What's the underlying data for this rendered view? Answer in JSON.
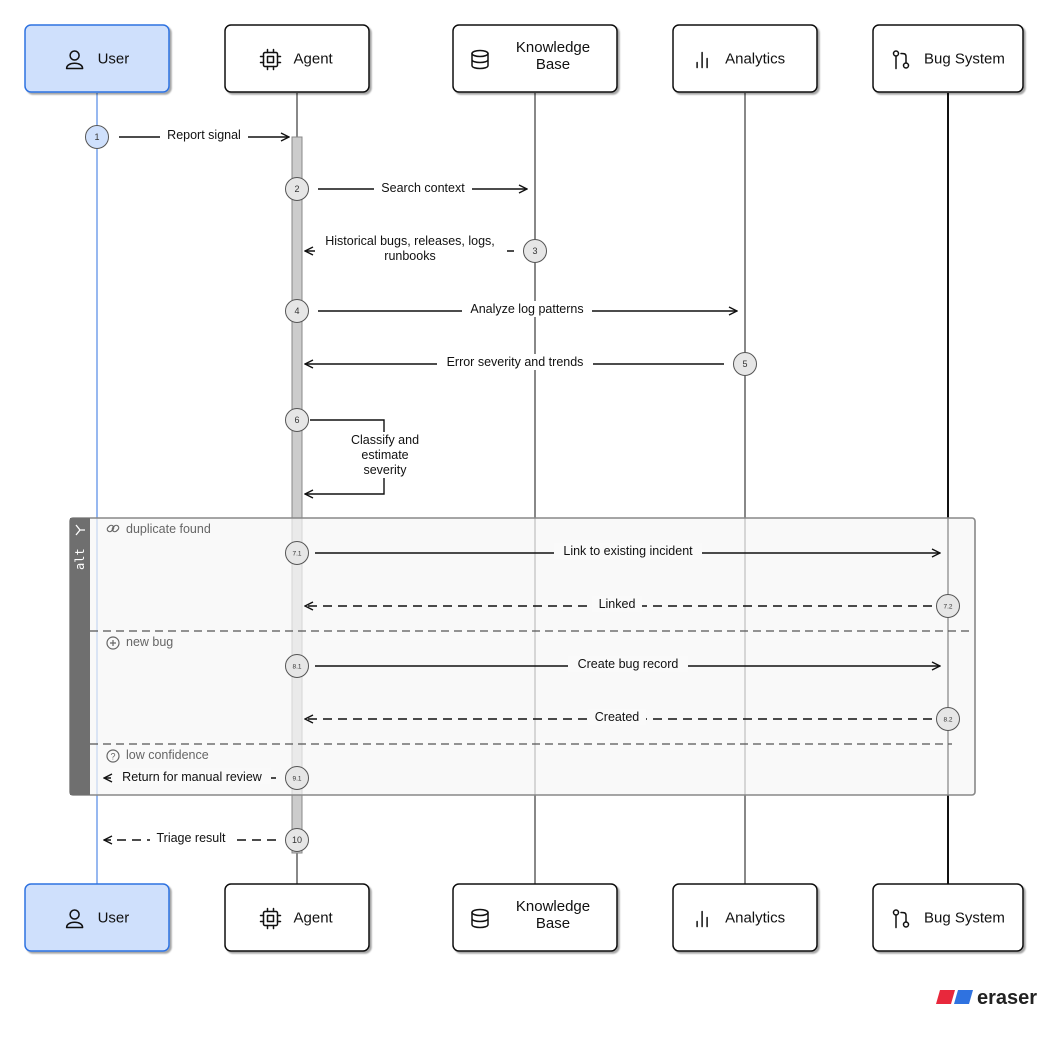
{
  "participants": [
    {
      "id": "user",
      "label": "User",
      "icon": "user-icon",
      "color": "#cfe0fc",
      "border": "#2f72e0"
    },
    {
      "id": "agent",
      "label": "Agent",
      "icon": "cpu-icon"
    },
    {
      "id": "kb",
      "label": "Knowledge Base",
      "icon": "database-icon"
    },
    {
      "id": "analytics",
      "label": "Analytics",
      "icon": "bar-chart-icon"
    },
    {
      "id": "bug",
      "label": "Bug System",
      "icon": "git-pull-request-icon"
    }
  ],
  "messages": [
    {
      "n": "1",
      "label": "Report signal"
    },
    {
      "n": "2",
      "label": "Search context"
    },
    {
      "n": "3",
      "label": "Historical bugs, releases, logs, runbooks"
    },
    {
      "n": "4",
      "label": "Analyze log patterns"
    },
    {
      "n": "5",
      "label": "Error severity and trends"
    },
    {
      "n": "6",
      "label": "Classify and estimate severity"
    },
    {
      "n": "7.1",
      "label": "Link to existing incident"
    },
    {
      "n": "7.2",
      "label": "Linked"
    },
    {
      "n": "8.1",
      "label": "Create bug record"
    },
    {
      "n": "8.2",
      "label": "Created"
    },
    {
      "n": "9.1",
      "label": "Return for manual review"
    },
    {
      "n": "10",
      "label": "Triage result"
    }
  ],
  "alt": {
    "tag": "alt",
    "conditions": [
      "duplicate found",
      "new bug",
      "low confidence"
    ]
  },
  "brand": {
    "label": "eraser",
    "colors": [
      "#e8283c",
      "#2f72e0"
    ]
  }
}
